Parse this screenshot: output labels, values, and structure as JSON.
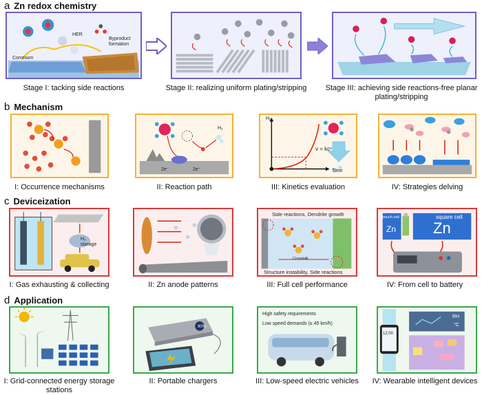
{
  "sections": {
    "a": {
      "letter": "a",
      "title": "Zn redox chemistry"
    },
    "b": {
      "letter": "b",
      "title": "Mechanism"
    },
    "c": {
      "letter": "c",
      "title": "Deviceization"
    },
    "d": {
      "letter": "d",
      "title": "Application"
    }
  },
  "a_panels": {
    "p1": {
      "caption": "Stage I: tacking side reactions",
      "her": "HER",
      "corrosion": "Corrosion",
      "byproduct": "Byproduct\nformation"
    },
    "p2": {
      "caption": "Stage II: realizing uniform plating/stripping"
    },
    "p3": {
      "caption": "Stage III: achieving side reactions-free planar plating/stripping"
    }
  },
  "b_panels": {
    "p1": {
      "caption": "I: Occurrence mechanisms"
    },
    "p2": {
      "caption": "II: Reaction path",
      "h2": "H₂",
      "e1": "2e⁻",
      "e2": "2e⁻"
    },
    "p3": {
      "caption": "III: Kinetics evaluation",
      "h2": "H₂",
      "eq": "v = kcⁿ",
      "time": "Time"
    },
    "p4": {
      "caption": "IV: Strategies delving"
    }
  },
  "c_panels": {
    "p1": {
      "caption": "I: Gas exhausting & collecting",
      "storage": "H₂\nstorage"
    },
    "p2": {
      "caption": "II: Zn anode patterns"
    },
    "p3": {
      "caption": "III: Full cell performance",
      "top": "Side reactions, Dendrite growth",
      "crosstalk": "Crosstalk",
      "bottom": "Structure instability, Side reactions"
    },
    "p4": {
      "caption": "IV: From cell to battery",
      "pouch": "pouch cell",
      "square": "square cell",
      "zn1": "Zn",
      "zn2": "Zn"
    }
  },
  "d_panels": {
    "p1": {
      "caption": "I: Grid-connected energy storage stations"
    },
    "p2": {
      "caption": "II: Portable chargers",
      "level": "90%"
    },
    "p3": {
      "caption": "III: Low-speed electric vehicles",
      "req1": "High safety requirements",
      "req2": "Low speed demands (≤ 45 km/h)"
    },
    "p4": {
      "caption": "IV: Wearable intelligent devices",
      "rh": "RH",
      "temp": "°C",
      "clock": "12:00"
    }
  },
  "colors": {
    "a": "#6b60c4",
    "b": "#f2b233",
    "c": "#d33b3b",
    "d": "#3aa84a"
  }
}
